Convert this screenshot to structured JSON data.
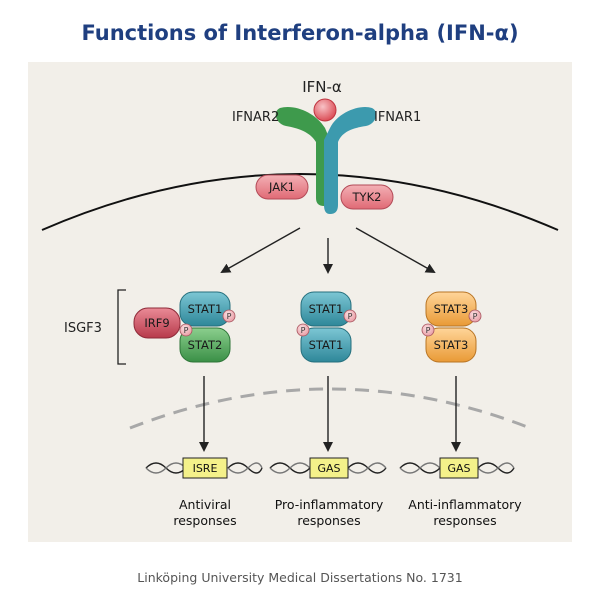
{
  "title": "Functions of Interferon-alpha  (IFN-α)",
  "ligand": "IFN-α",
  "receptors": {
    "left": "IFNAR2",
    "right": "IFNAR1"
  },
  "kinases": {
    "left": "JAK1",
    "right": "TYK2"
  },
  "complex_label": "ISGF3",
  "proteins": {
    "irf9": "IRF9",
    "stat1": "STAT1",
    "stat2": "STAT2",
    "stat3": "STAT3",
    "phospho": "P"
  },
  "elements": {
    "isre": "ISRE",
    "gas": "GAS"
  },
  "responses": {
    "antiviral_1": "Antiviral",
    "antiviral_2": "responses",
    "proinflam_1": "Pro-inflammatory",
    "proinflam_2": "responses",
    "antiinflam_1": "Anti-inflammatory",
    "antiinflam_2": "responses"
  },
  "footer": "Linköping University Medical Dissertations No. 1731",
  "colors": {
    "title": "#1f3f80",
    "background_panel": "#f2efe9",
    "ifnar2": "#3e9a4c",
    "ifnar1": "#3c9aae",
    "ligand": "#e3606a",
    "kinase": "#e77a84",
    "stat1": "#3a9cb0",
    "stat2": "#49a35a",
    "stat3": "#f0a94a",
    "irf9": "#c74a5b",
    "dna_box": "#f4f18a"
  }
}
